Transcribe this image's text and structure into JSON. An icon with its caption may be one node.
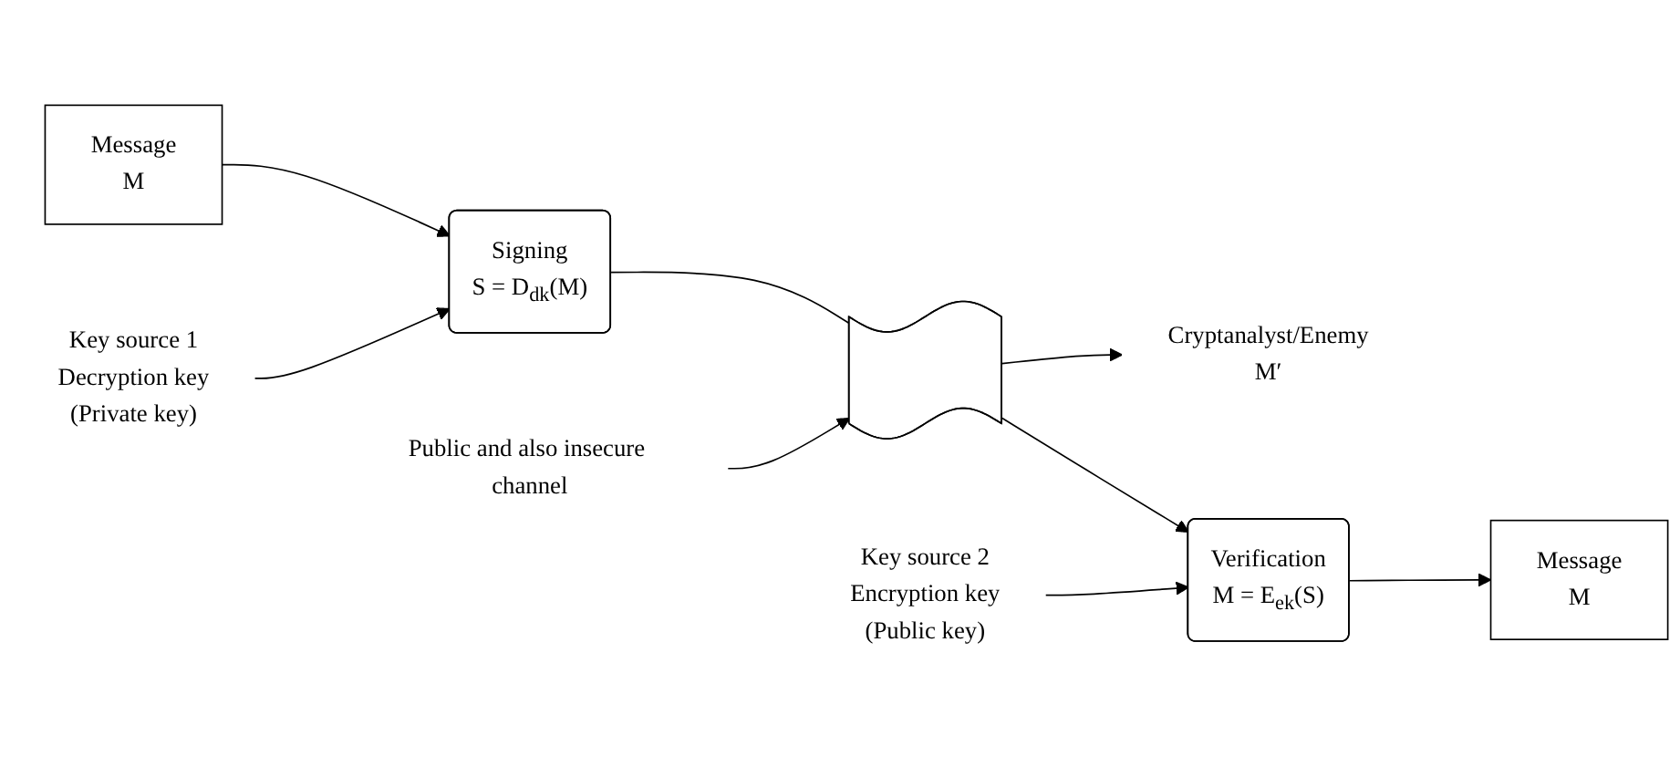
{
  "diagram": {
    "nodes": [
      {
        "text": [
          "Public and also insecure channel"
        ]
      },
      {
        "text": [
          "Cryptanalyst/Enemy",
          "M′"
        ]
      },
      {
        "text": [
          "Message",
          "M"
        ]
      },
      {
        "text": [
          "Signing",
          "S = D$_{dk}$(M)"
        ]
      },
      {
        "text": [],
        "shape": "wave"
      },
      {
        "text": [
          "Verification",
          "M = E$_{ek}$(S)"
        ]
      },
      {
        "text": [
          "Message",
          "M"
        ]
      },
      {
        "text": [
          "Key source 1",
          "Decryption key",
          "(Private key)"
        ]
      },
      {
        "text": [
          "Key source 2",
          "Encryption key",
          "(Public key)"
        ]
      }
    ],
    "edges": [
      {
        "from": 2,
        "to": 3,
        "arrow": "to"
      },
      {
        "from": 3,
        "to": 4,
        "arrow": "none"
      },
      {
        "from": 4,
        "to": 5,
        "arrow": "to"
      },
      {
        "from": 5,
        "to": 6,
        "arrow": "to"
      },
      {
        "from": 0,
        "to": 4,
        "arrow": "to"
      },
      {
        "from": 4,
        "to": 1,
        "arrow": "to"
      },
      {
        "from": 7,
        "to": 3,
        "arrow": "to"
      },
      {
        "from": 8,
        "to": 5,
        "arrow": "to"
      }
    ]
  }
}
